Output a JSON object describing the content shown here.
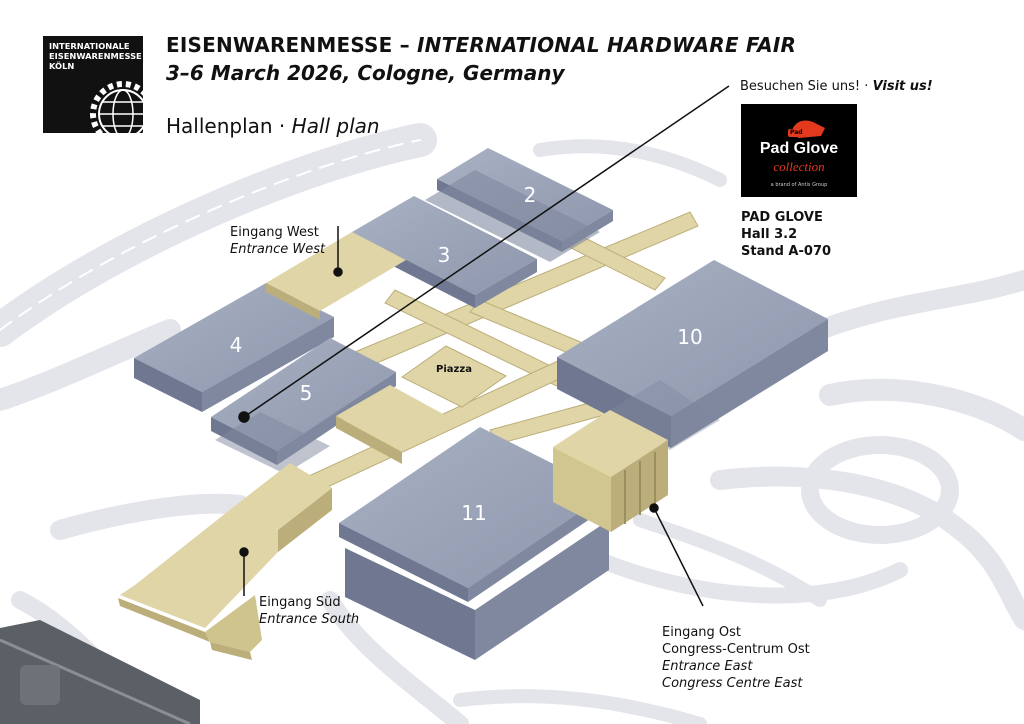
{
  "fair_logo": {
    "line1": "INTERNATIONALE",
    "line2": "EISENWARENMESSE",
    "line3": "KÖLN"
  },
  "header": {
    "title_de": "EISENWARENMESSE –",
    "title_en": "INTERNATIONAL HARDWARE FAIR",
    "dates": "3–6 March 2026, Cologne, Germany",
    "plan_de": "Hallenplan ·",
    "plan_en": "Hall plan"
  },
  "visit": {
    "de": "Besuchen Sie uns! ·",
    "en": "Visit us!"
  },
  "brand": {
    "badge": "Pad",
    "name": "Pad Glove",
    "sub": "collection",
    "tagline": "a brand of Antis Group"
  },
  "exhibitor": {
    "name": "PAD GLOVE",
    "hall": "Hall 3.2",
    "stand": "Stand A-070"
  },
  "halls": [
    "2",
    "3",
    "4",
    "5",
    "10",
    "11"
  ],
  "piazza": "Piazza",
  "entrances": {
    "west_de": "Eingang West",
    "west_en": "Entrance West",
    "south_de": "Eingang Süd",
    "south_en": "Entrance South",
    "east_de1": "Eingang Ost",
    "east_de2": "Congress-Centrum Ost",
    "east_en1": "Entrance East",
    "east_en2": "Congress Centre East"
  },
  "colors": {
    "hall_fill": "#9aa3b8",
    "hall_side": "#6f7890",
    "entrance_fill": "#e0d5a6",
    "entrance_side": "#bcae7a",
    "road": "#e3e5ea"
  }
}
